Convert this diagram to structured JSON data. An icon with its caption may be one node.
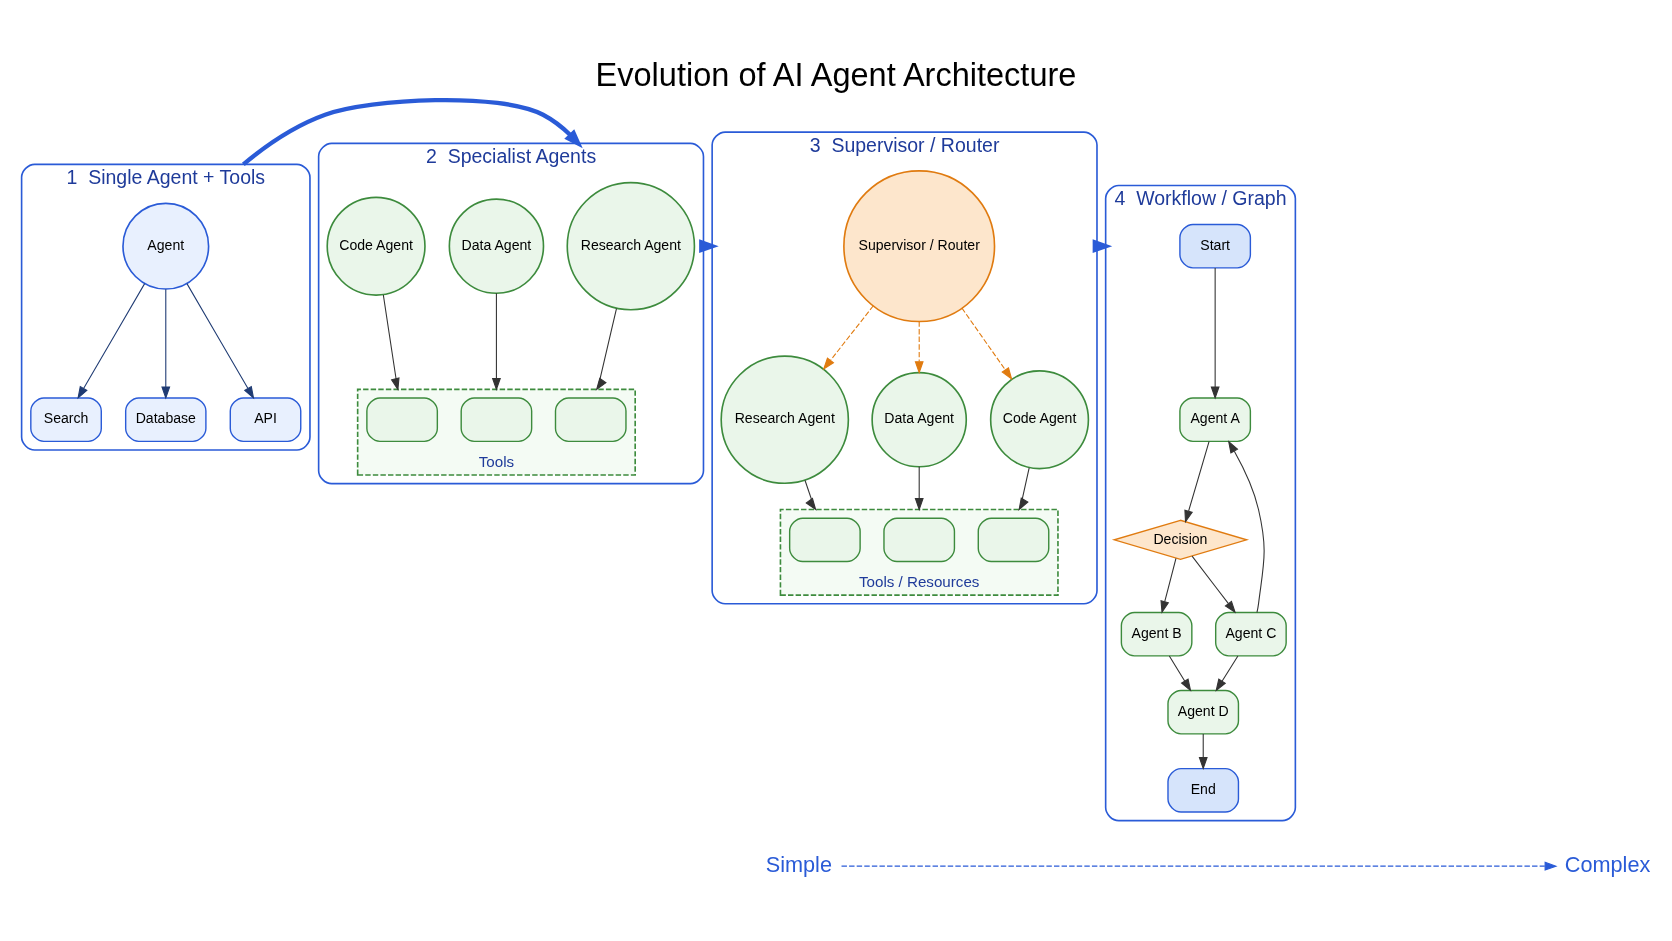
{
  "diagram": {
    "title": "Evolution of AI Agent Architecture",
    "nodes": [
      {
        "text": [
          "1",
          "Single Agent + Tools"
        ]
      },
      {
        "text": [
          "Agent"
        ],
        "in": 0
      },
      {
        "text": [
          "Search"
        ],
        "in": 0
      },
      {
        "text": [
          "Database"
        ],
        "in": 0
      },
      {
        "text": [
          "API"
        ],
        "in": 0
      },
      {
        "text": [
          "2",
          "Specialist Agents"
        ]
      },
      {
        "text": [
          "Research Agent"
        ],
        "in": 5
      },
      {
        "text": [
          "Data Agent"
        ],
        "in": 5
      },
      {
        "text": [
          "Code Agent"
        ],
        "in": 5
      },
      {
        "text": [
          "Tools"
        ],
        "in": 5
      },
      {
        "text": [],
        "shape": "box",
        "in": 9
      },
      {
        "text": [],
        "shape": "box",
        "in": 9
      },
      {
        "text": [],
        "shape": "box",
        "in": 9
      },
      {
        "text": [
          "3",
          "Supervisor / Router"
        ]
      },
      {
        "text": [
          "Supervisor / Router"
        ],
        "in": 13
      },
      {
        "text": [
          "Research Agent"
        ],
        "in": 13
      },
      {
        "text": [
          "Data Agent"
        ],
        "in": 13
      },
      {
        "text": [
          "Code Agent"
        ],
        "in": 13
      },
      {
        "text": [
          "Tools / Resources"
        ],
        "in": 13
      },
      {
        "text": [],
        "shape": "box",
        "in": 18
      },
      {
        "text": [],
        "shape": "box",
        "in": 18
      },
      {
        "text": [],
        "shape": "box",
        "in": 18
      },
      {
        "text": [
          "4",
          "Workflow / Graph"
        ]
      },
      {
        "text": [
          "Start"
        ],
        "in": 22
      },
      {
        "text": [
          "Agent A"
        ],
        "in": 22
      },
      {
        "text": [
          "Decision"
        ],
        "in": 22
      },
      {
        "text": [
          "Agent B"
        ],
        "in": 22
      },
      {
        "text": [
          "Agent C"
        ],
        "in": 22
      },
      {
        "text": [
          "Agent D"
        ],
        "in": 22
      },
      {
        "text": [
          "End"
        ],
        "in": 22
      },
      {
        "text": [
          "Simple"
        ]
      },
      {
        "text": [
          "Complex"
        ]
      }
    ],
    "edges": [
      {
        "from": 1,
        "to": 2,
        "arrow": "to",
        "color": "#1f3b73"
      },
      {
        "from": 1,
        "to": 3,
        "arrow": "to",
        "color": "#1f3b73"
      },
      {
        "from": 1,
        "to": 4,
        "arrow": "to",
        "color": "#1f3b73"
      },
      {
        "from": 6,
        "to": 9,
        "arrow": "to"
      },
      {
        "from": 7,
        "to": 9,
        "arrow": "to"
      },
      {
        "from": 8,
        "to": 9,
        "arrow": "to"
      },
      {
        "from": 14,
        "to": 15,
        "arrow": "to",
        "style": "dashed",
        "color": "#e07b10"
      },
      {
        "from": 14,
        "to": 16,
        "arrow": "to",
        "style": "dashed",
        "color": "#e07b10"
      },
      {
        "from": 14,
        "to": 17,
        "arrow": "to",
        "style": "dashed",
        "color": "#e07b10"
      },
      {
        "from": 15,
        "to": 18,
        "arrow": "to"
      },
      {
        "from": 16,
        "to": 18,
        "arrow": "to"
      },
      {
        "from": 17,
        "to": 18,
        "arrow": "to"
      },
      {
        "from": 23,
        "to": 24,
        "arrow": "to"
      },
      {
        "from": 24,
        "to": 25,
        "arrow": "to"
      },
      {
        "from": 25,
        "to": 26,
        "arrow": "to"
      },
      {
        "from": 25,
        "to": 27,
        "arrow": "to"
      },
      {
        "from": 27,
        "to": 24,
        "arrow": "to"
      },
      {
        "from": 26,
        "to": 28,
        "arrow": "to"
      },
      {
        "from": 27,
        "to": 28,
        "arrow": "to"
      },
      {
        "from": 28,
        "to": 29,
        "arrow": "to"
      },
      {
        "from": 0,
        "to": 5,
        "arrow": "to",
        "style": "thick",
        "color": "#2a5bd7"
      },
      {
        "from": 5,
        "to": 13,
        "arrow": "to",
        "style": "thick",
        "color": "#2a5bd7"
      },
      {
        "from": 13,
        "to": 22,
        "arrow": "to",
        "style": "thick",
        "color": "#2a5bd7"
      },
      {
        "from": 30,
        "to": 31,
        "arrow": "to",
        "style": "dashed",
        "color": "#2a5bd7"
      }
    ]
  }
}
